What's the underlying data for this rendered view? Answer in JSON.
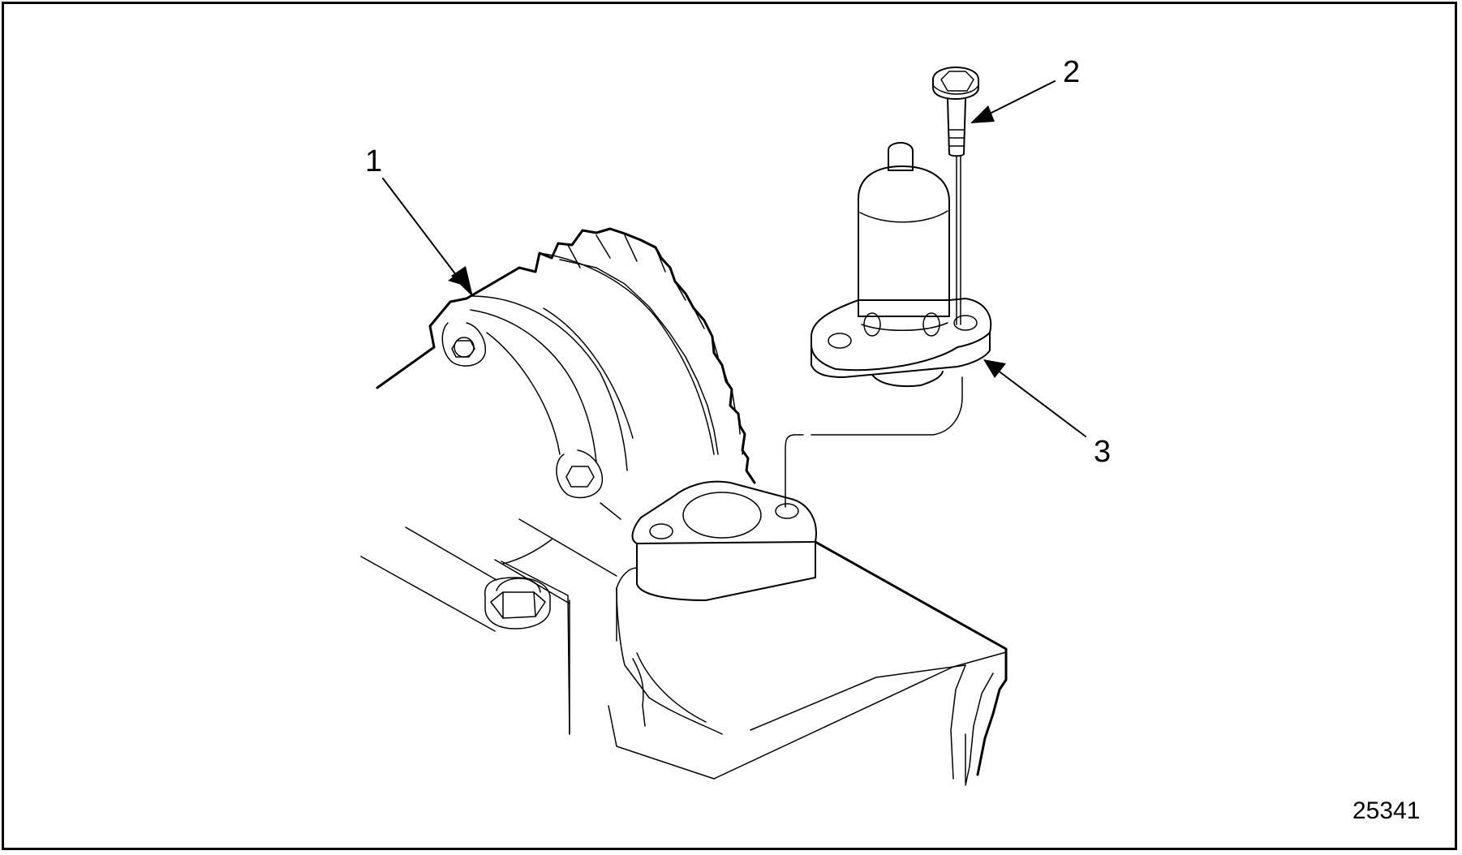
{
  "callouts": {
    "one": "1",
    "two": "2",
    "three": "3"
  },
  "figure_number": "25341",
  "colors": {
    "line": "#000000",
    "background": "#ffffff"
  }
}
